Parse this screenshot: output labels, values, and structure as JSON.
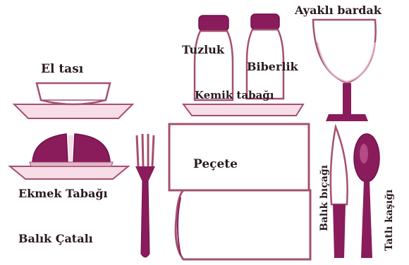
{
  "colors": {
    "wine": "#8a1c5c",
    "wine_light": "#b44a86",
    "rose": "#e3b7c8",
    "rose_pale": "#f6dde7",
    "outline": "#a45070",
    "text": "#2a1a22"
  },
  "labels": {
    "el_tasi": "El tası",
    "tuzluk": "Tuzluk",
    "biberlik": "Biberlik",
    "ayakli_bardak": "Ayaklı bardak",
    "kemik_tabagi": "Kemik tabağı",
    "pecete": "Peçete",
    "ekmek_tabagi": "Ekmek Tabağı",
    "balik_catali": "Balık Çatalı",
    "balik_bicagi": "Balık bıçağı",
    "tatli_kasigi": "Tatlı kaşığı"
  },
  "icons": {
    "finger_bowl": "finger-bowl-icon",
    "salt_shaker": "salt-shaker-icon",
    "pepper_shaker": "pepper-shaker-icon",
    "wine_glass": "wine-glass-icon",
    "bone_plate": "bone-plate-icon",
    "napkin": "napkin-icon",
    "bread_plate": "bread-plate-icon",
    "fish_fork": "fish-fork-icon",
    "fish_knife": "fish-knife-icon",
    "dessert_spoon": "dessert-spoon-icon"
  }
}
